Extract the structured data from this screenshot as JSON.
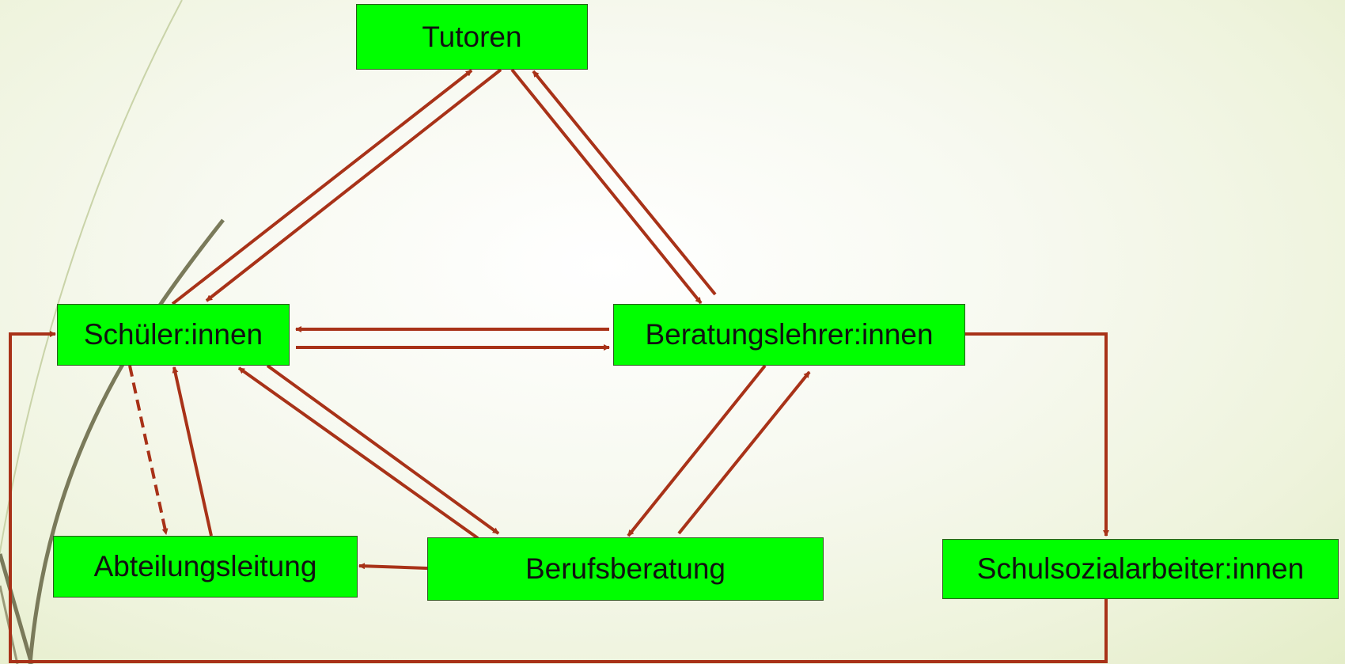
{
  "diagram": {
    "nodes": [
      {
        "id": "tutoren",
        "label": "Tutoren"
      },
      {
        "id": "schueler",
        "label": "Schüler:innen"
      },
      {
        "id": "beratungslehrer",
        "label": "Beratungslehrer:innen"
      },
      {
        "id": "abteilungsleitung",
        "label": "Abteilungsleitung"
      },
      {
        "id": "berufsberatung",
        "label": "Berufsberatung"
      },
      {
        "id": "schulsozialarbeiter",
        "label": "Schulsozialarbeiter:innen"
      }
    ],
    "edges": [
      {
        "from": "schueler",
        "to": "tutoren",
        "style": "solid"
      },
      {
        "from": "tutoren",
        "to": "schueler",
        "style": "solid"
      },
      {
        "from": "tutoren",
        "to": "beratungslehrer",
        "style": "solid"
      },
      {
        "from": "beratungslehrer",
        "to": "tutoren",
        "style": "solid"
      },
      {
        "from": "beratungslehrer",
        "to": "schueler",
        "style": "solid"
      },
      {
        "from": "schueler",
        "to": "beratungslehrer",
        "style": "solid"
      },
      {
        "from": "schueler",
        "to": "abteilungsleitung",
        "style": "dashed"
      },
      {
        "from": "abteilungsleitung",
        "to": "schueler",
        "style": "solid"
      },
      {
        "from": "schueler",
        "to": "berufsberatung",
        "style": "solid"
      },
      {
        "from": "berufsberatung",
        "to": "schueler",
        "style": "solid"
      },
      {
        "from": "beratungslehrer",
        "to": "berufsberatung",
        "style": "solid"
      },
      {
        "from": "berufsberatung",
        "to": "beratungslehrer",
        "style": "solid"
      },
      {
        "from": "berufsberatung",
        "to": "abteilungsleitung",
        "style": "solid"
      },
      {
        "from": "beratungslehrer",
        "to": "schulsozialarbeiter",
        "style": "solid"
      },
      {
        "from": "schulsozialarbeiter",
        "to": "schueler",
        "style": "solid"
      }
    ]
  },
  "colors": {
    "node_fill": "#00ff00",
    "arrow": "#a83218",
    "deco_line": "#7a7a5a"
  }
}
